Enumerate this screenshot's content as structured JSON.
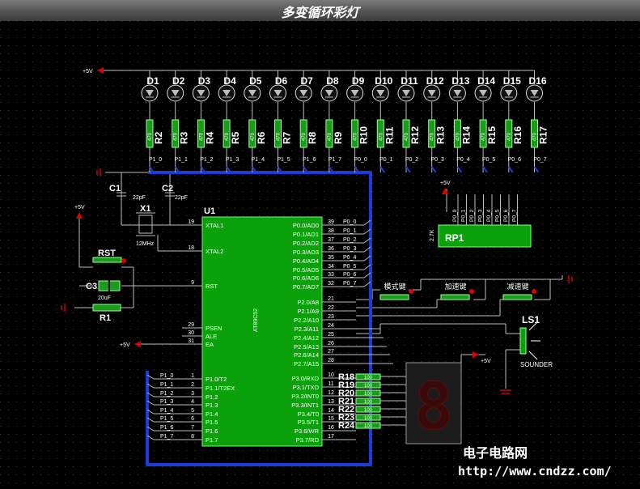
{
  "title": "多变循环彩灯",
  "power": {
    "vcc": "+5V"
  },
  "leds": {
    "labels": [
      "D1",
      "D2",
      "D3",
      "D4",
      "D5",
      "D6",
      "D7",
      "D8",
      "D9",
      "D10",
      "D11",
      "D12",
      "D13",
      "D14",
      "D15",
      "D16"
    ]
  },
  "resistors": {
    "labels": [
      "R2",
      "R3",
      "R4",
      "R5",
      "R6",
      "R7",
      "R8",
      "R9",
      "R10",
      "R11",
      "R12",
      "R13",
      "R14",
      "R15",
      "R16",
      "R17"
    ],
    "value": "470",
    "nets": [
      "P1_0",
      "P1_1",
      "P1_2",
      "P1_3",
      "P1_4",
      "P1_5",
      "P1_6",
      "P1_7",
      "P0_0",
      "P0_1",
      "P0_2",
      "P0_3",
      "P0_4",
      "P0_5",
      "P0_6",
      "P0_7"
    ]
  },
  "capacitors": {
    "c1": {
      "label": "C1",
      "value": "22pF"
    },
    "c2": {
      "label": "C2",
      "value": "22pF"
    },
    "c3": {
      "label": "C3",
      "value": "20uF"
    }
  },
  "crystal": {
    "label": "X1",
    "value": "12MHz"
  },
  "reset": {
    "button": "RST",
    "resistor": "R1"
  },
  "rpack": {
    "label": "RP1",
    "value": "2.7K",
    "pins": [
      "P0_0",
      "P0_1",
      "P0_2",
      "P0_3",
      "P0_4",
      "P0_5",
      "P0_6",
      "P0_7"
    ]
  },
  "mcu": {
    "ref": "U1",
    "part": "AT89C52",
    "left_pins": [
      {
        "num": "19",
        "name": "XTAL1"
      },
      {
        "num": "18",
        "name": "XTAL2"
      },
      {
        "num": "9",
        "name": "RST"
      },
      {
        "num": "29",
        "name": "PSEN"
      },
      {
        "num": "30",
        "name": "ALE"
      },
      {
        "num": "31",
        "name": "EA"
      },
      {
        "num": "1",
        "name": "P1.0/T2"
      },
      {
        "num": "2",
        "name": "P1.1/T2EX"
      },
      {
        "num": "3",
        "name": "P1.2"
      },
      {
        "num": "4",
        "name": "P1.3"
      },
      {
        "num": "5",
        "name": "P1.4"
      },
      {
        "num": "6",
        "name": "P1.5"
      },
      {
        "num": "7",
        "name": "P1.6"
      },
      {
        "num": "8",
        "name": "P1.7"
      }
    ],
    "right_pins": [
      {
        "num": "39",
        "name": "P0.0/AD0"
      },
      {
        "num": "38",
        "name": "P0.1/AD1"
      },
      {
        "num": "37",
        "name": "P0.2/AD2"
      },
      {
        "num": "36",
        "name": "P0.3/AD3"
      },
      {
        "num": "35",
        "name": "P0.4/AD4"
      },
      {
        "num": "34",
        "name": "P0.5/AD5"
      },
      {
        "num": "33",
        "name": "P0.6/AD6"
      },
      {
        "num": "32",
        "name": "P0.7/AD7"
      },
      {
        "num": "21",
        "name": "P2.0/A8"
      },
      {
        "num": "22",
        "name": "P2.1/A9"
      },
      {
        "num": "23",
        "name": "P2.2/A10"
      },
      {
        "num": "24",
        "name": "P2.3/A11"
      },
      {
        "num": "25",
        "name": "P2.4/A12"
      },
      {
        "num": "26",
        "name": "P2.5/A13"
      },
      {
        "num": "27",
        "name": "P2.6/A14"
      },
      {
        "num": "28",
        "name": "P2.7/A15"
      },
      {
        "num": "10",
        "name": "P3.0/RXD"
      },
      {
        "num": "11",
        "name": "P3.1/TXD"
      },
      {
        "num": "12",
        "name": "P3.2/INT0"
      },
      {
        "num": "13",
        "name": "P3.3/INT1"
      },
      {
        "num": "14",
        "name": "P3.4/T0"
      },
      {
        "num": "15",
        "name": "P3.5/T1"
      },
      {
        "num": "16",
        "name": "P3.6/WR"
      },
      {
        "num": "17",
        "name": "P3.7/RD"
      }
    ],
    "p0_nets": [
      "P0_0",
      "P0_1",
      "P0_2",
      "P0_3",
      "P0_4",
      "P0_5",
      "P0_6",
      "P0_7"
    ],
    "p1_nets": [
      "P1_0",
      "P1_1",
      "P1_2",
      "P1_3",
      "P1_4",
      "P1_5",
      "P1_6",
      "P1_7"
    ]
  },
  "keys": [
    {
      "label": "模式键"
    },
    {
      "label": "加速键"
    },
    {
      "label": "减速键"
    }
  ],
  "segment_resistors": {
    "labels": [
      "R18",
      "R19",
      "R20",
      "R21",
      "R22",
      "R23",
      "R24"
    ],
    "value": "100"
  },
  "display": {
    "digit": "8"
  },
  "sounder": {
    "ref": "LS1",
    "name": "SOUNDER"
  },
  "watermark": {
    "line1": "电子电路网",
    "line2": "http://www.cndzz.com/"
  }
}
